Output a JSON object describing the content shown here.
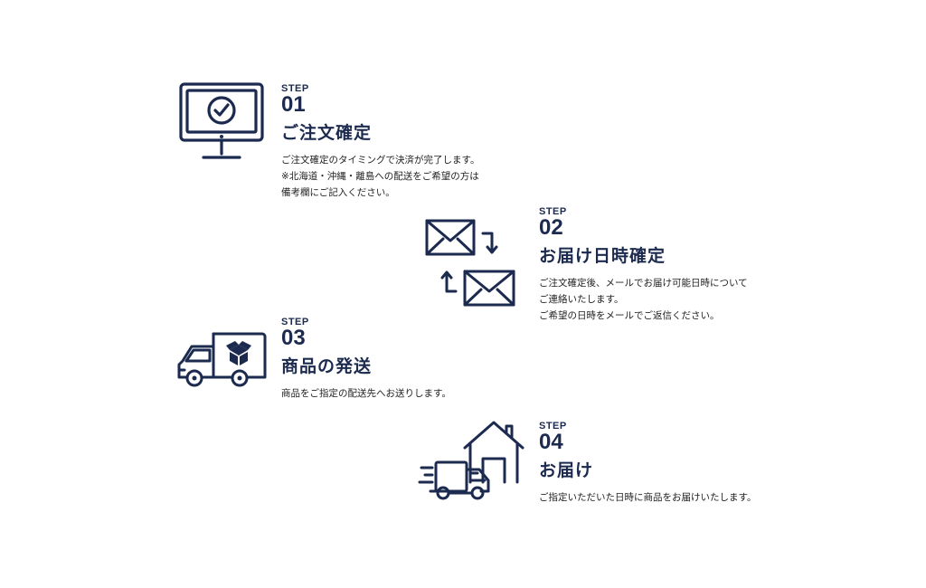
{
  "steps": [
    {
      "label": "STEP",
      "number": "01",
      "title": "ご注文確定",
      "description": [
        "ご注文確定のタイミングで決済が完了します。",
        "※北海道・沖縄・離島への配送をご希望の方は",
        "備考欄にご記入ください。"
      ],
      "icon": "monitor-check-icon"
    },
    {
      "label": "STEP",
      "number": "02",
      "title": "お届け日時確定",
      "description": [
        "ご注文確定後、メールでお届け可能日時について",
        "ご連絡いたします。",
        "ご希望の日時をメールでご返信ください。"
      ],
      "icon": "mail-exchange-icon"
    },
    {
      "label": "STEP",
      "number": "03",
      "title": "商品の発送",
      "description": [
        "商品をご指定の配送先へお送りします。"
      ],
      "icon": "delivery-truck-icon"
    },
    {
      "label": "STEP",
      "number": "04",
      "title": "お届け",
      "description": [
        "ご指定いただいた日時に商品をお届けいたします。"
      ],
      "icon": "truck-house-icon"
    }
  ],
  "colors": {
    "navy": "#1b2a4e",
    "text": "#222222",
    "background": "#ffffff"
  }
}
